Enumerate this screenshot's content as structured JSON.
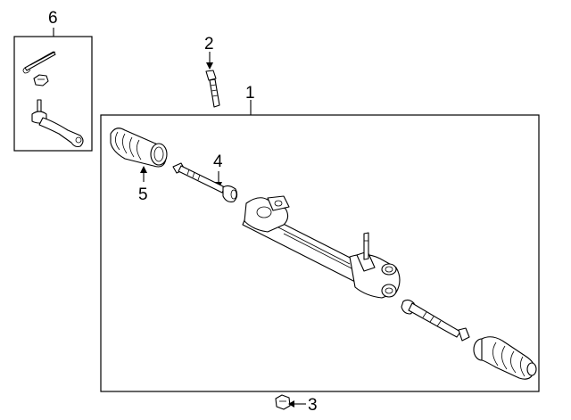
{
  "diagram": {
    "callouts": {
      "c1": "1",
      "c2": "2",
      "c3": "3",
      "c4": "4",
      "c5": "5",
      "c6": "6"
    },
    "parts": [
      "steering-gear-assembly",
      "mounting-bolt",
      "nut",
      "inner-tie-rod",
      "rack-boot",
      "outer-tie-rod-end-kit"
    ]
  }
}
